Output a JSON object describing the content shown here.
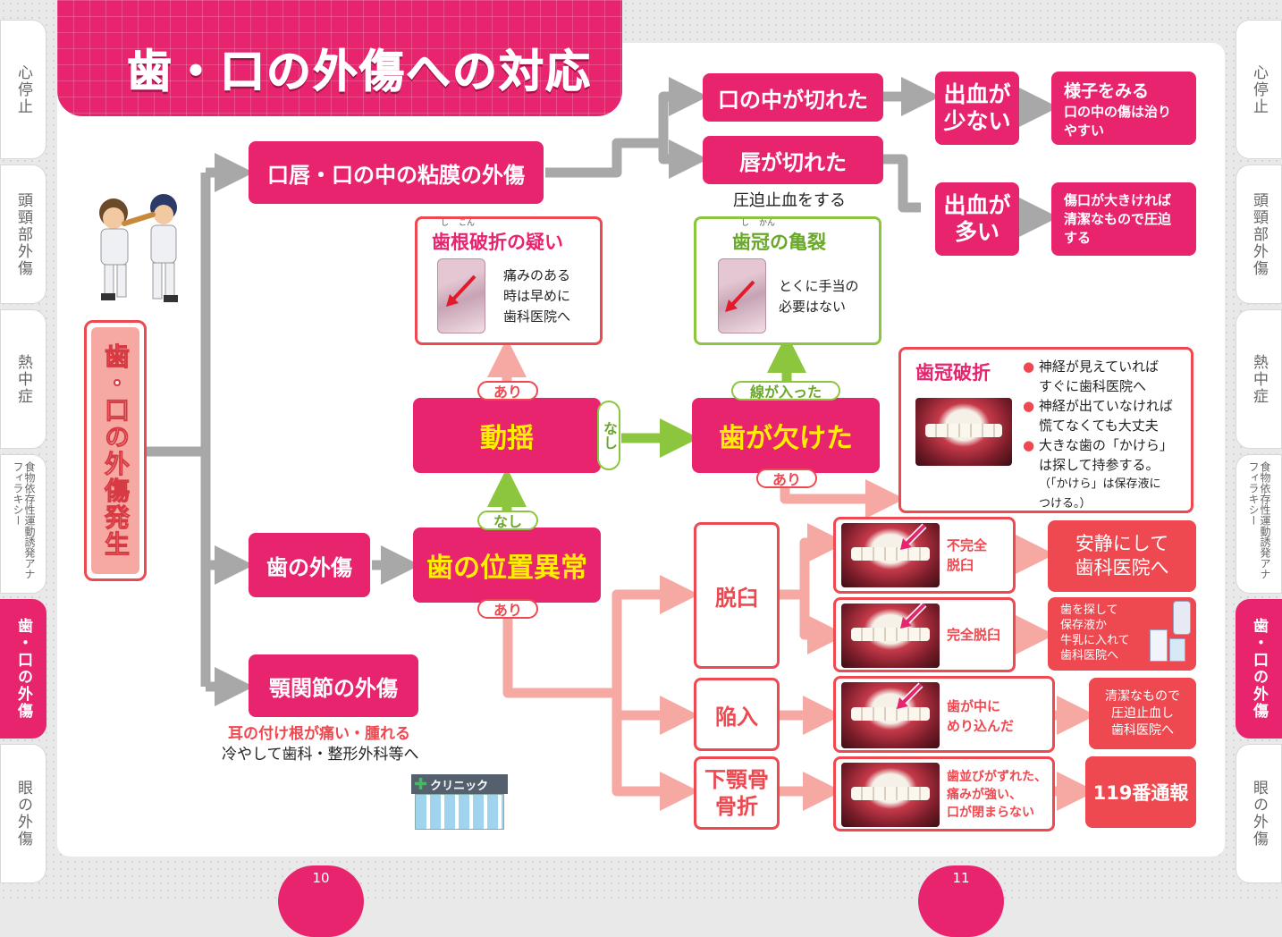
{
  "title": "歯・口の外傷への対応",
  "tabs_left": [
    "心停止",
    "頭頸部外傷",
    "熱中症",
    "食物依存性運動誘発アナフィラキシー",
    "歯・口の外傷",
    "眼の外傷"
  ],
  "tabs_right": [
    "心停止",
    "頭頸部外傷",
    "熱中症",
    "食物依存性運動誘発アナフィラキシー",
    "歯・口の外傷",
    "眼の外傷"
  ],
  "start_box": "歯・口の外傷発生",
  "branch1": "口唇・口の中の粘膜の外傷",
  "branch2": "歯の外傷",
  "branch3": "顎関節の外傷",
  "jaw_note_red": "耳の付け根が痛い・腫れる",
  "jaw_note_black": "冷やして歯科・整形外科等へ",
  "clinic_label": "クリニック",
  "mouth_cut": "口の中が切れた",
  "lip_cut": "唇が切れた",
  "pressure_note": "圧迫止血をする",
  "bleed_small": [
    "出血が",
    "少ない"
  ],
  "bleed_large": [
    "出血が",
    "多い"
  ],
  "result_small": {
    "line1": "様子をみる",
    "line2": "口の中の傷は治り",
    "line3": "やすい"
  },
  "result_large": {
    "line1": "傷口が大きければ",
    "line2": "清潔なもので圧迫",
    "line3": "する"
  },
  "root_fracture": {
    "title": "歯根破折の疑い",
    "furigana_a": "し",
    "furigana_b": "こん",
    "lines": [
      "痛みのある",
      "時は早めに",
      "歯科医院へ"
    ]
  },
  "crown_crack": {
    "title": "歯冠の亀裂",
    "furigana_a": "し",
    "furigana_b": "かん",
    "lines": [
      "とくに手当の",
      "必要はない"
    ]
  },
  "crown_fracture": {
    "title": "歯冠破折",
    "bullets": [
      [
        "神経が見えていれば",
        "すぐに歯科医院へ"
      ],
      [
        "神経が出ていなければ",
        "慌てなくても大丈夫"
      ],
      [
        "大きな歯の「かけら」",
        "は探して持参する。"
      ]
    ],
    "note1": "（「かけら」は保存液に",
    "note2": "つける。）"
  },
  "mobility": "動揺",
  "chipped": "歯が欠けた",
  "displacement": "歯の位置異常",
  "label_ari": "あり",
  "label_nashi": "なし",
  "label_crack_line": "線が入った",
  "luxation": "脱臼",
  "incomplete_luxation": [
    "不完全",
    "脱臼"
  ],
  "complete_luxation": "完全脱臼",
  "intrusion": "陥入",
  "jaw_fracture": [
    "下顎骨",
    "骨折"
  ],
  "intrusion_desc": [
    "歯が中に",
    "めり込んだ"
  ],
  "jaw_fracture_desc": [
    "歯並びがずれた、",
    "痛みが強い、",
    "口が閉まらない"
  ],
  "rest_dentist": [
    "安静にして",
    "歯科医院へ"
  ],
  "preserve_dentist": [
    "歯を探して",
    "保存液か",
    "牛乳に入れて",
    "歯科医院へ"
  ],
  "clean_dentist": [
    "清潔なもので",
    "圧迫止血し",
    "歯科医院へ"
  ],
  "call_119": "119番通報",
  "page_left": "10",
  "page_right": "11",
  "colors": {
    "pink": "#e8246f",
    "red": "#ee4950",
    "salmon": "#f6a9a2",
    "green": "#8cc63e",
    "gray": "#a8a8a8",
    "yellow": "#ffee00"
  }
}
